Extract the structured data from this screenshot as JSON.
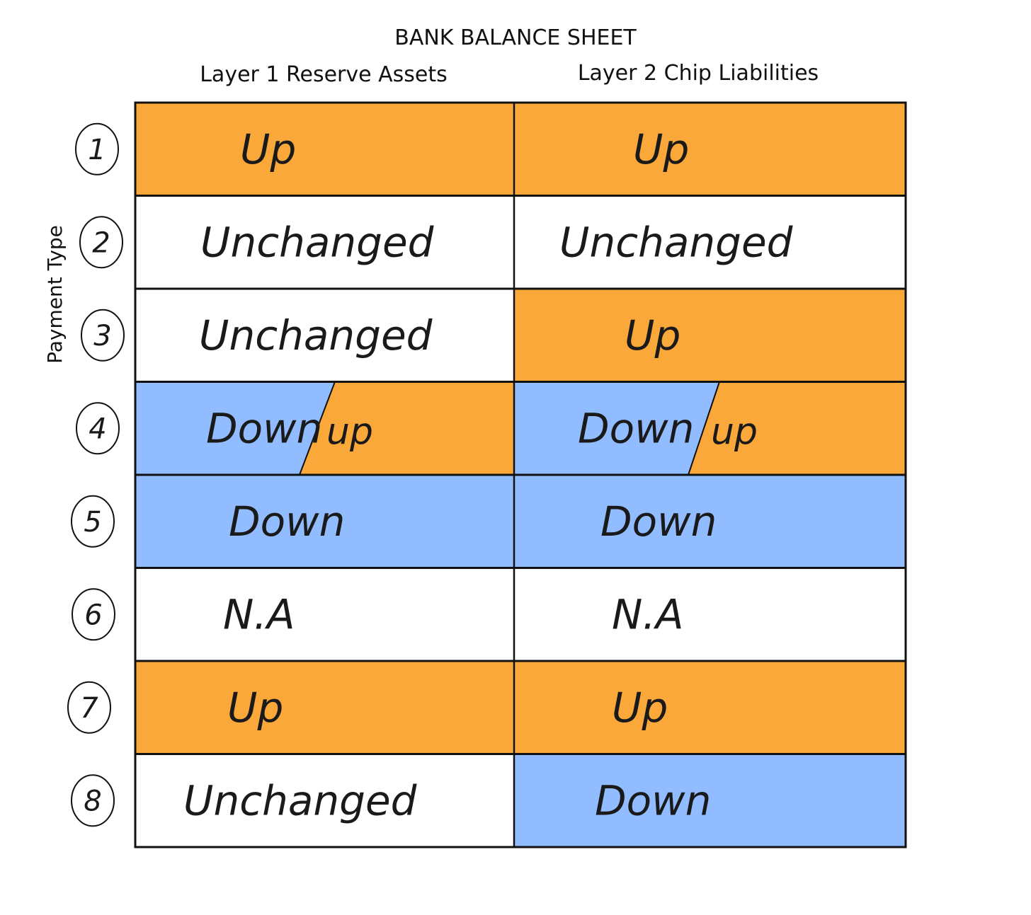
{
  "title": "BANK BALANCE SHEET",
  "columns": {
    "left": "Layer 1 Reserve Assets",
    "right": "Layer 2 Chip Liabilities"
  },
  "row_axis_label": "Payment Type",
  "colors": {
    "up": "#fba83a",
    "down": "#91bcff",
    "unchanged": "#ffffff",
    "na": "#ffffff",
    "grid": "#111111"
  },
  "rows": [
    {
      "number": "1",
      "left": {
        "state": "up",
        "label": "Up"
      },
      "right": {
        "state": "up",
        "label": "Up"
      }
    },
    {
      "number": "2",
      "left": {
        "state": "unchanged",
        "label": "Unchanged"
      },
      "right": {
        "state": "unchanged",
        "label": "Unchanged"
      }
    },
    {
      "number": "3",
      "left": {
        "state": "unchanged",
        "label": "Unchanged"
      },
      "right": {
        "state": "up",
        "label": "Up"
      }
    },
    {
      "number": "4",
      "left": {
        "state": "split",
        "label": "Down",
        "label2": "up"
      },
      "right": {
        "state": "split",
        "label": "Down",
        "label2": "up"
      }
    },
    {
      "number": "5",
      "left": {
        "state": "down",
        "label": "Down"
      },
      "right": {
        "state": "down",
        "label": "Down"
      }
    },
    {
      "number": "6",
      "left": {
        "state": "na",
        "label": "N.A"
      },
      "right": {
        "state": "na",
        "label": "N.A"
      }
    },
    {
      "number": "7",
      "left": {
        "state": "up",
        "label": "Up"
      },
      "right": {
        "state": "up",
        "label": "Up"
      }
    },
    {
      "number": "8",
      "left": {
        "state": "unchanged",
        "label": "Unchanged"
      },
      "right": {
        "state": "down",
        "label": "Down"
      }
    }
  ]
}
